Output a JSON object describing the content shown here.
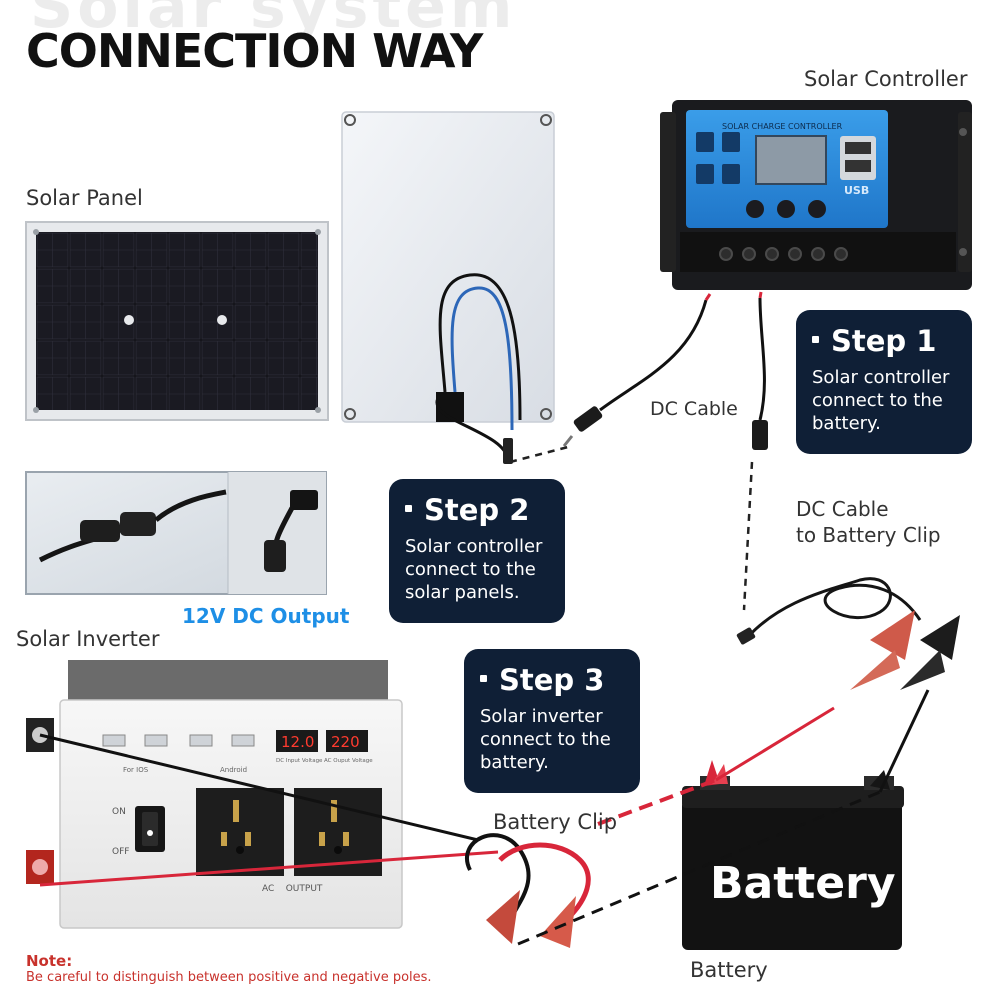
{
  "watermark": "Solar system",
  "title": "CONNECTION WAY",
  "labels": {
    "solar_panel": "Solar Panel",
    "solar_controller": "Solar Controller",
    "dc_cable": "DC Cable",
    "dc_cable_battery_clip_line1": "DC Cable",
    "dc_cable_battery_clip_line2": "to Battery Clip",
    "solar_inverter": "Solar Inverter",
    "dc_output": "12V DC Output",
    "battery_clip": "Battery Clip",
    "battery": "Battery"
  },
  "steps": [
    {
      "title": "Step 1",
      "lines": [
        "Solar controller",
        "connect to the",
        "battery."
      ]
    },
    {
      "title": "Step 2",
      "lines": [
        "Solar controller",
        "connect to the",
        "solar panels."
      ]
    },
    {
      "title": "Step 3",
      "lines": [
        "Solar inverter",
        "connect to the",
        "battery."
      ]
    }
  ],
  "controller": {
    "panel_title": "SOLAR CHARGE CONTROLLER",
    "usb_label": "USB"
  },
  "inverter": {
    "display_input": "12.0",
    "display_output": "220",
    "display_input_caption": "DC Input Voltage",
    "display_output_caption": "AC Ouput Voltage",
    "usb_caption_ios": "For IOS",
    "usb_caption_android": "Android",
    "switch_on": "ON",
    "switch_off": "OFF",
    "ac_output": "AC    OUTPUT"
  },
  "battery_text": "Battery",
  "note": {
    "title": "Note:",
    "body": "Be careful to distinguish between positive and negative poles."
  },
  "colors": {
    "step_box": "#0f1f36",
    "positive_wire": "#d8263a",
    "negative_wire": "#111111",
    "controller_face": "#2f8fe0",
    "dc_output_text": "#1e8fe6",
    "note_text": "#c8322c"
  }
}
